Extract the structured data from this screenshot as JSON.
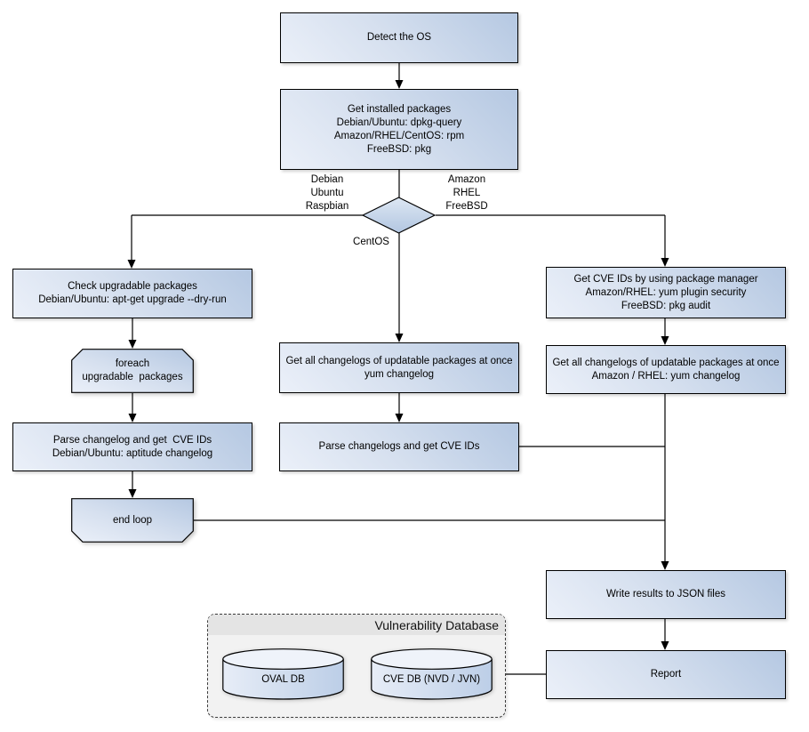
{
  "nodes": {
    "detect_os": {
      "label": "Detect the OS"
    },
    "get_installed_packages": {
      "label": "Get installed packages\nDebian/Ubuntu: dpkg-query\nAmazon/RHEL/CentOS: rpm\nFreeBSD: pkg"
    },
    "check_upgradable": {
      "label": "Check upgradable packages\nDebian/Ubuntu: apt-get upgrade --dry-run"
    },
    "foreach_loop": {
      "label": "foreach\nupgradable  packages"
    },
    "parse_changelog_deb": {
      "label": "Parse changelog and get  CVE IDs\nDebian/Ubuntu: aptitude changelog"
    },
    "end_loop": {
      "label": "end loop"
    },
    "get_changelogs_centos": {
      "label": "Get all changelogs of updatable packages at once\nyum changelog"
    },
    "parse_changelogs_centos": {
      "label": "Parse changelogs and get CVE IDs"
    },
    "get_cve_ids_pkg_manager": {
      "label": "Get CVE IDs by using package manager\nAmazon/RHEL: yum plugin security\nFreeBSD: pkg audit"
    },
    "get_changelogs_amazon": {
      "label": "Get all changelogs of updatable packages at once\nAmazon / RHEL: yum changelog"
    },
    "write_results": {
      "label": "Write results to JSON files"
    },
    "report": {
      "label": "Report"
    }
  },
  "decision": {
    "left_branch_label": "Debian\nUbuntu\nRaspbian",
    "right_branch_label": "Amazon\nRHEL\nFreeBSD",
    "bottom_branch_label": "CentOS"
  },
  "group": {
    "title": "Vulnerability Database",
    "cylinders": {
      "oval": {
        "label": "OVAL DB"
      },
      "cve": {
        "label": "CVE DB (NVD / JVN)"
      }
    }
  },
  "colors": {
    "node_fill_light": "#ebf0f9",
    "node_fill_dark": "#b5c8e2",
    "node_border": "#000000",
    "group_bg": "#f2f2f2",
    "group_header_bg": "#e4e4e4",
    "background": "#ffffff"
  }
}
